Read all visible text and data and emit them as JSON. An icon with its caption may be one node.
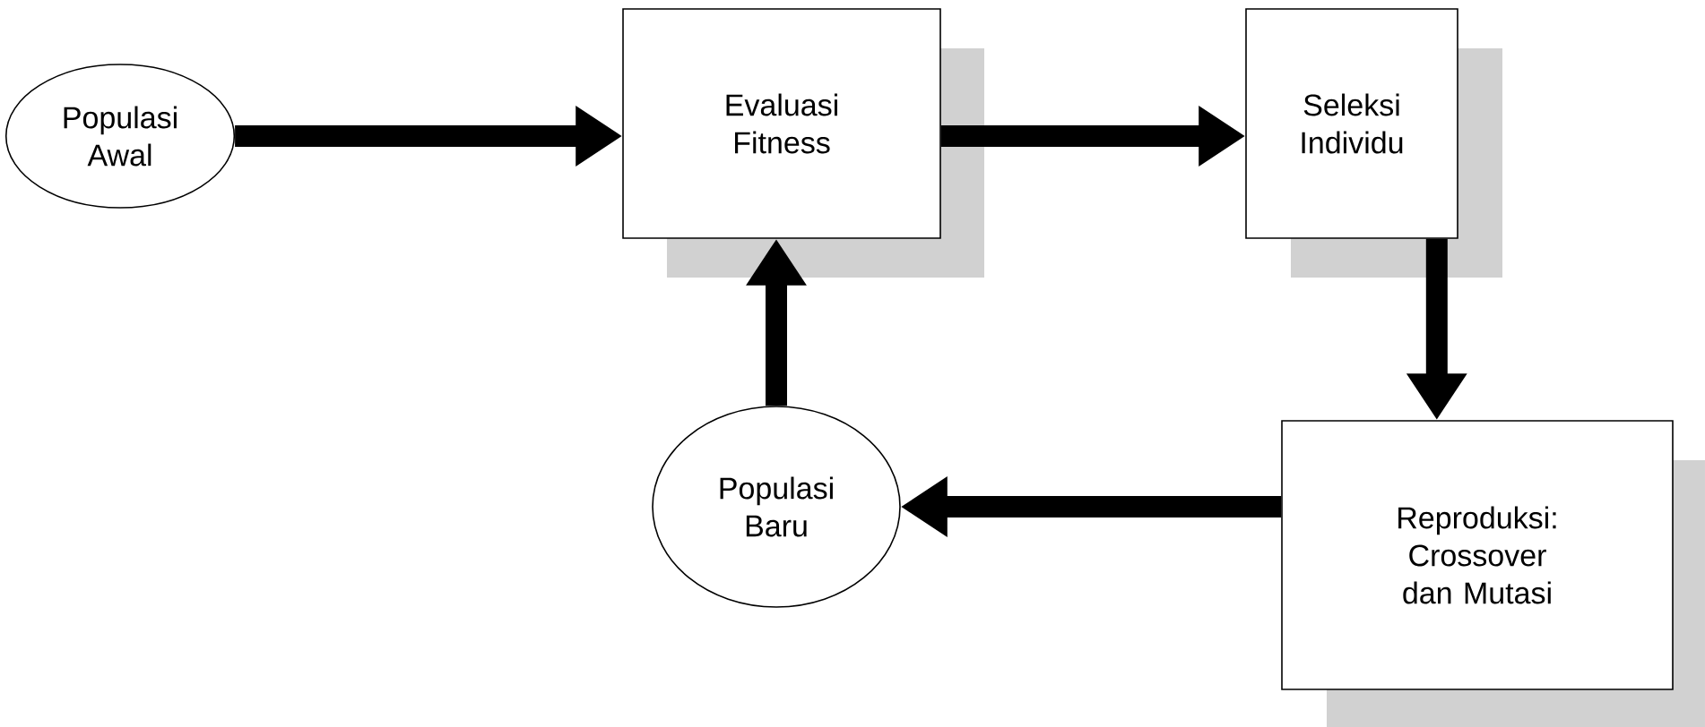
{
  "diagram": {
    "nodes": [
      {
        "text": [
          "Populasi Awal"
        ]
      },
      {
        "text": [
          "Evaluasi Fitness"
        ]
      },
      {
        "text": [
          "Seleksi Individu"
        ]
      },
      {
        "text": [
          "Reproduksi: Crossover dan Mutasi"
        ]
      },
      {
        "text": [
          "Populasi Baru"
        ]
      }
    ],
    "edges": [
      {
        "from": 0,
        "to": 1,
        "arrow": "to"
      },
      {
        "from": 1,
        "to": 2,
        "arrow": "to"
      },
      {
        "from": 2,
        "to": 3,
        "arrow": "to"
      },
      {
        "from": 3,
        "to": 4,
        "arrow": "to"
      },
      {
        "from": 4,
        "to": 1,
        "arrow": "to"
      }
    ]
  }
}
